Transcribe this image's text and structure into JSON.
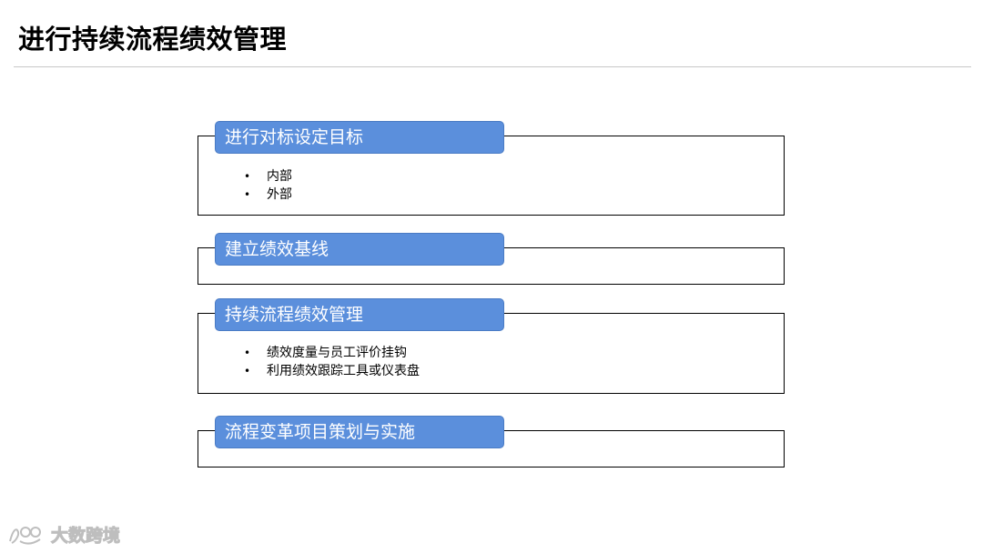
{
  "slide": {
    "title": "进行持续流程绩效管理"
  },
  "sections": [
    {
      "heading": "进行对标设定目标",
      "bullets": [
        "内部",
        "外部"
      ]
    },
    {
      "heading": "建立绩效基线",
      "bullets": []
    },
    {
      "heading": "持续流程绩效管理",
      "bullets": [
        "绩效度量与员工评价挂钩",
        "利用绩效跟踪工具或仪表盘"
      ]
    },
    {
      "heading": "流程变革项目策划与实施",
      "bullets": []
    }
  ],
  "bullet_glyph": "•",
  "watermark": {
    "text": "大数跨境",
    "icon": "brand-logo-icon"
  },
  "colors": {
    "tag_fill": "#5b8fdc",
    "tag_text": "#ffffff",
    "panel_border": "#000000",
    "rule": "#c8c8c8"
  }
}
